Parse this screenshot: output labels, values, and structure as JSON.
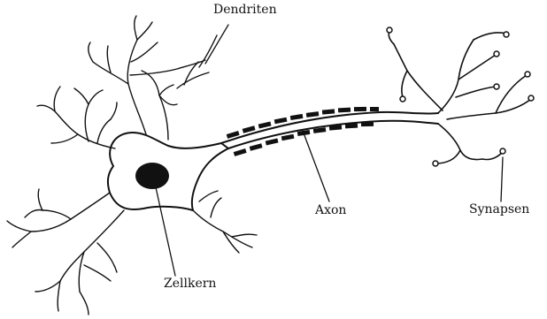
{
  "diagram": {
    "labels": {
      "dendrites": "Dendriten",
      "axon": "Axon",
      "synapses": "Synapsen",
      "nucleus": "Zellkern"
    },
    "colors": {
      "ink": "#111111",
      "background": "#ffffff"
    }
  }
}
